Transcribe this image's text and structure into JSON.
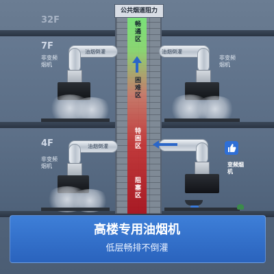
{
  "shaft": {
    "title": "公共烟道阻力",
    "zones": [
      "畅通区",
      "困难区",
      "特困区",
      "阻塞区"
    ]
  },
  "floors": {
    "top": "32F",
    "upper": "7F",
    "lower": "4F"
  },
  "rooms": {
    "upper_left": {
      "device_label": "非变频烟机",
      "pipe_label": "油烟倒灌"
    },
    "upper_right": {
      "device_label": "非变频烟机",
      "pipe_label": "油烟倒灌"
    },
    "lower_left": {
      "device_label": "非变频烟机",
      "pipe_label": "油烟倒灌"
    },
    "lower_right": {
      "device_label": "变频烟机",
      "badge_icon": "thumbs-up-icon"
    }
  },
  "banner": {
    "title": "高楼专用油烟机",
    "subtitle": "低层畅排不倒灌"
  },
  "colors": {
    "accent_blue": "#2f6fd6",
    "channel_top": "#78e678",
    "channel_bottom": "#aa141e"
  }
}
